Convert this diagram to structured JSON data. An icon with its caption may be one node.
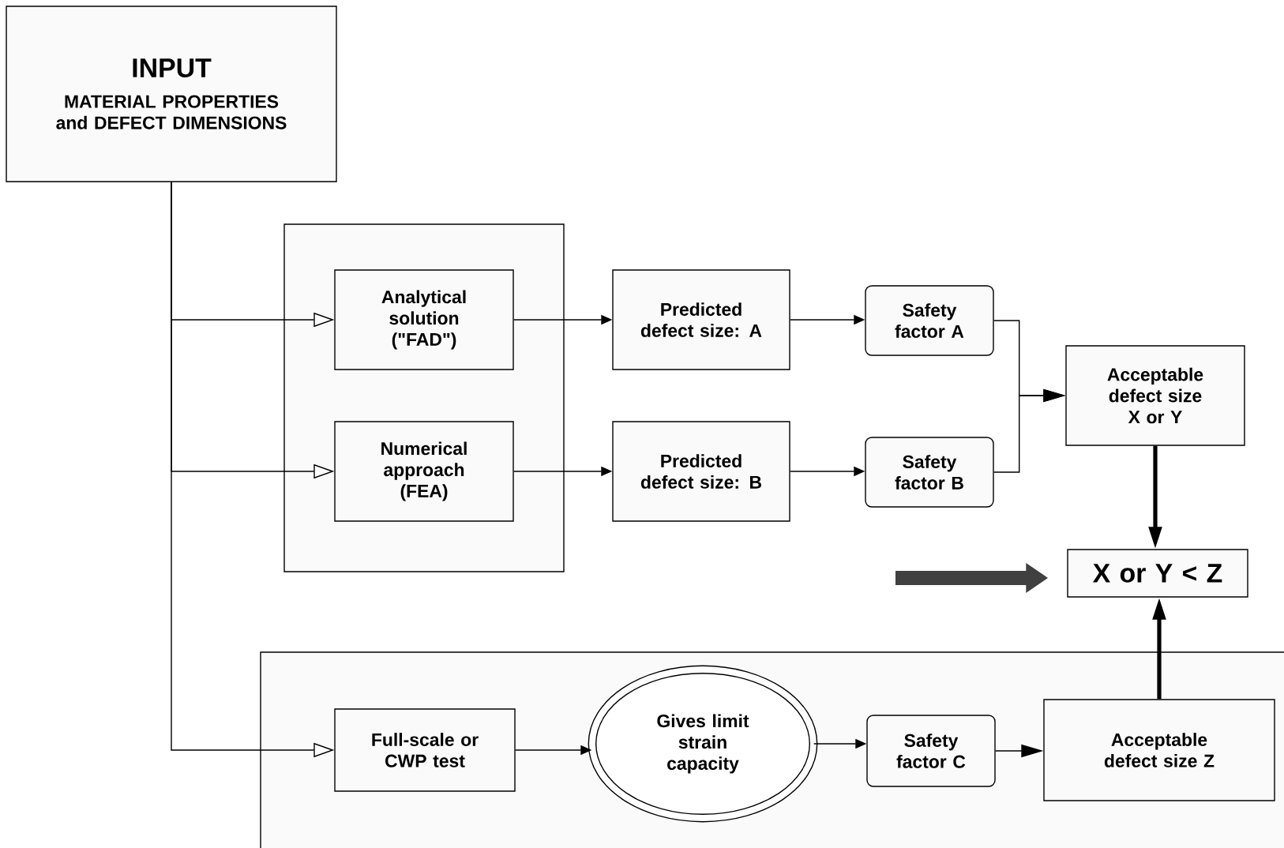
{
  "diagram": {
    "nodes": [
      {
        "text": [
          "INPUT",
          "MATERIAL PROPERTIES and DEFECT DIMENSIONS"
        ]
      },
      {
        "text": [],
        "shape": "box"
      },
      {
        "text": [
          "Analytical solution (\"FAD\")"
        ],
        "in": 1
      },
      {
        "text": [
          "Numerical approach (FEA)"
        ],
        "in": 1
      },
      {
        "text": [
          "Predicted defect size: A"
        ]
      },
      {
        "text": [
          "Predicted defect size: B"
        ]
      },
      {
        "text": [
          "Safety factor A"
        ]
      },
      {
        "text": [
          "Safety factor B"
        ]
      },
      {
        "text": [
          "Acceptable defect size X or Y"
        ]
      },
      {
        "text": [
          "X or Y < Z"
        ]
      },
      {
        "text": [],
        "shape": "box"
      },
      {
        "text": [
          "Full-scale or CWP test"
        ],
        "in": 10
      },
      {
        "text": [
          "Gives limit strain capacity"
        ],
        "in": 10
      },
      {
        "text": [
          "Safety factor C"
        ],
        "in": 10
      },
      {
        "text": [
          "Acceptable defect size Z"
        ],
        "in": 10
      }
    ],
    "edges": [
      {
        "from": 0,
        "to": 2,
        "arrow": "to"
      },
      {
        "from": 0,
        "to": 3,
        "arrow": "to"
      },
      {
        "from": 0,
        "to": 11,
        "arrow": "to"
      },
      {
        "from": 2,
        "to": 4,
        "arrow": "to"
      },
      {
        "from": 3,
        "to": 5,
        "arrow": "to"
      },
      {
        "from": 4,
        "to": 6,
        "arrow": "to"
      },
      {
        "from": 5,
        "to": 7,
        "arrow": "to"
      },
      {
        "from": 6,
        "to": 8,
        "arrow": "to"
      },
      {
        "from": 7,
        "to": 8,
        "arrow": "to"
      },
      {
        "from": 8,
        "to": 9,
        "arrow": "to",
        "style": "thick"
      },
      {
        "from": 11,
        "to": 12,
        "arrow": "to"
      },
      {
        "from": 12,
        "to": 13,
        "arrow": "to"
      },
      {
        "from": 13,
        "to": 14,
        "arrow": "to"
      },
      {
        "from": 14,
        "to": 9,
        "arrow": "to",
        "style": "thick"
      },
      {
        "from": null,
        "to": 9,
        "arrow": "to",
        "style": "thick",
        "color": "#404040"
      }
    ]
  }
}
